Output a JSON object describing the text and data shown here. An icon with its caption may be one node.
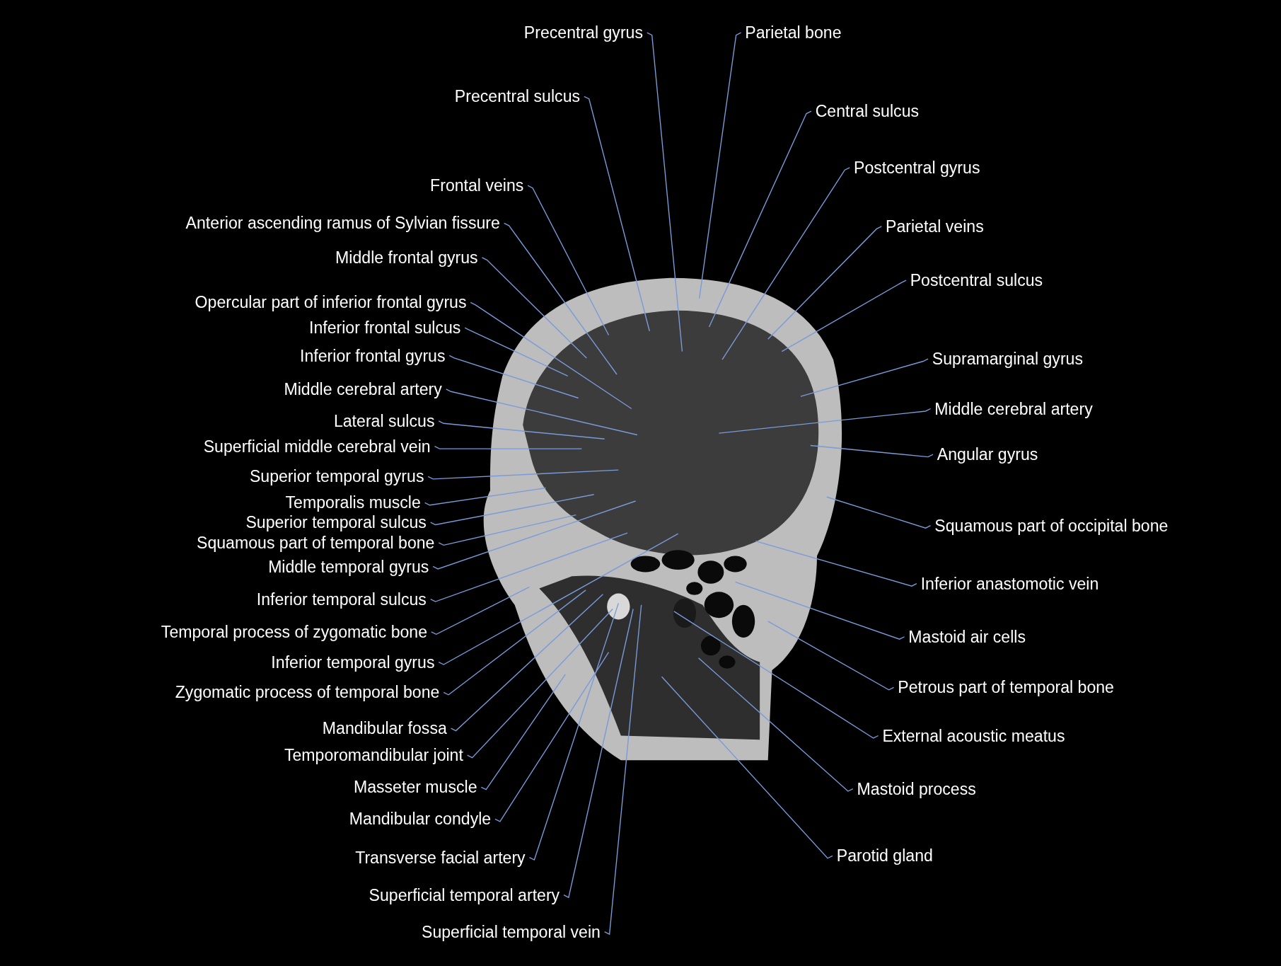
{
  "diagram": {
    "nodes": [
      {
        "text": [
          "Precentral gyrus"
        ]
      },
      {
        "text": [
          "Parietal bone"
        ]
      },
      {
        "text": [
          "Precentral sulcus"
        ]
      },
      {
        "text": [
          "Central sulcus"
        ]
      },
      {
        "text": [
          "Frontal veins"
        ]
      },
      {
        "text": [
          "Postcentral gyrus"
        ]
      },
      {
        "text": [
          "Anterior ascending ramus of Sylvian fissure"
        ]
      },
      {
        "text": [
          "Parietal veins"
        ]
      },
      {
        "text": [
          "Middle frontal gyrus"
        ]
      },
      {
        "text": [
          "Postcentral sulcus"
        ]
      },
      {
        "text": [
          "Opercular part of inferior frontal gyrus"
        ]
      },
      {
        "text": [
          "Inferior frontal sulcus"
        ]
      },
      {
        "text": [
          "Inferior frontal gyrus"
        ]
      },
      {
        "text": [
          "Supramarginal gyrus"
        ]
      },
      {
        "text": [
          "Middle cerebral artery"
        ]
      },
      {
        "text": [
          "Middle cerebral artery"
        ]
      },
      {
        "text": [
          "Lateral sulcus"
        ]
      },
      {
        "text": [
          "Superficial middle cerebral vein"
        ]
      },
      {
        "text": [
          "Angular gyrus"
        ]
      },
      {
        "text": [
          "Superior temporal gyrus"
        ]
      },
      {
        "text": [
          "Temporalis muscle"
        ]
      },
      {
        "text": [
          "Squamous part of occipital bone"
        ]
      },
      {
        "text": [
          "Superior temporal sulcus"
        ]
      },
      {
        "text": [
          "Squamous part of temporal bone"
        ]
      },
      {
        "text": [
          "Middle temporal gyrus"
        ]
      },
      {
        "text": [
          "Inferior anastomotic vein"
        ]
      },
      {
        "text": [
          "Inferior temporal sulcus"
        ]
      },
      {
        "text": [
          "Temporal process of zygomatic bone"
        ]
      },
      {
        "text": [
          "Mastoid air cells"
        ]
      },
      {
        "text": [
          "Inferior temporal gyrus"
        ]
      },
      {
        "text": [
          "Petrous part of temporal bone"
        ]
      },
      {
        "text": [
          "Zygomatic process of temporal bone"
        ]
      },
      {
        "text": [
          "Mandibular fossa"
        ]
      },
      {
        "text": [
          "External acoustic meatus"
        ]
      },
      {
        "text": [
          "Temporomandibular joint"
        ]
      },
      {
        "text": [
          "Mastoid process"
        ]
      },
      {
        "text": [
          "Masseter muscle"
        ]
      },
      {
        "text": [
          "Mandibular condyle"
        ]
      },
      {
        "text": [
          "Transverse facial artery"
        ]
      },
      {
        "text": [
          "Parotid gland"
        ]
      },
      {
        "text": [
          "Superficial temporal artery"
        ]
      },
      {
        "text": [
          "Superficial temporal vein"
        ]
      }
    ],
    "edges": [
      {
        "from": 0,
        "to": null,
        "arrow": "none"
      },
      {
        "from": 1,
        "to": null,
        "arrow": "none"
      },
      {
        "from": 2,
        "to": null,
        "arrow": "none"
      },
      {
        "from": 3,
        "to": null,
        "arrow": "none"
      },
      {
        "from": 4,
        "to": null,
        "arrow": "none"
      },
      {
        "from": 5,
        "to": null,
        "arrow": "none"
      },
      {
        "from": 6,
        "to": null,
        "arrow": "none"
      },
      {
        "from": 7,
        "to": null,
        "arrow": "none"
      },
      {
        "from": 8,
        "to": null,
        "arrow": "none"
      },
      {
        "from": 9,
        "to": null,
        "arrow": "none"
      },
      {
        "from": 10,
        "to": null,
        "arrow": "none"
      },
      {
        "from": 11,
        "to": null,
        "arrow": "none"
      },
      {
        "from": 12,
        "to": null,
        "arrow": "none"
      },
      {
        "from": 13,
        "to": null,
        "arrow": "none"
      },
      {
        "from": 14,
        "to": null,
        "arrow": "none"
      },
      {
        "from": 15,
        "to": null,
        "arrow": "none"
      },
      {
        "from": 16,
        "to": null,
        "arrow": "none"
      },
      {
        "from": 17,
        "to": null,
        "arrow": "none"
      },
      {
        "from": 18,
        "to": null,
        "arrow": "none"
      },
      {
        "from": 19,
        "to": null,
        "arrow": "none"
      },
      {
        "from": 20,
        "to": null,
        "arrow": "none"
      },
      {
        "from": 21,
        "to": null,
        "arrow": "none"
      },
      {
        "from": 22,
        "to": null,
        "arrow": "none"
      },
      {
        "from": 23,
        "to": null,
        "arrow": "none"
      },
      {
        "from": 24,
        "to": null,
        "arrow": "none"
      },
      {
        "from": 25,
        "to": null,
        "arrow": "none"
      },
      {
        "from": 26,
        "to": null,
        "arrow": "none"
      },
      {
        "from": 27,
        "to": null,
        "arrow": "none"
      },
      {
        "from": 28,
        "to": null,
        "arrow": "none"
      },
      {
        "from": 29,
        "to": null,
        "arrow": "none"
      },
      {
        "from": 30,
        "to": null,
        "arrow": "none"
      },
      {
        "from": 31,
        "to": null,
        "arrow": "none"
      },
      {
        "from": 32,
        "to": null,
        "arrow": "none"
      },
      {
        "from": 33,
        "to": null,
        "arrow": "none"
      },
      {
        "from": 34,
        "to": null,
        "arrow": "none"
      },
      {
        "from": 35,
        "to": null,
        "arrow": "none"
      },
      {
        "from": 36,
        "to": null,
        "arrow": "none"
      },
      {
        "from": 37,
        "to": null,
        "arrow": "none"
      },
      {
        "from": 38,
        "to": null,
        "arrow": "none"
      },
      {
        "from": 39,
        "to": null,
        "arrow": "none"
      },
      {
        "from": 40,
        "to": null,
        "arrow": "none"
      },
      {
        "from": 41,
        "to": null,
        "arrow": "none"
      }
    ]
  }
}
